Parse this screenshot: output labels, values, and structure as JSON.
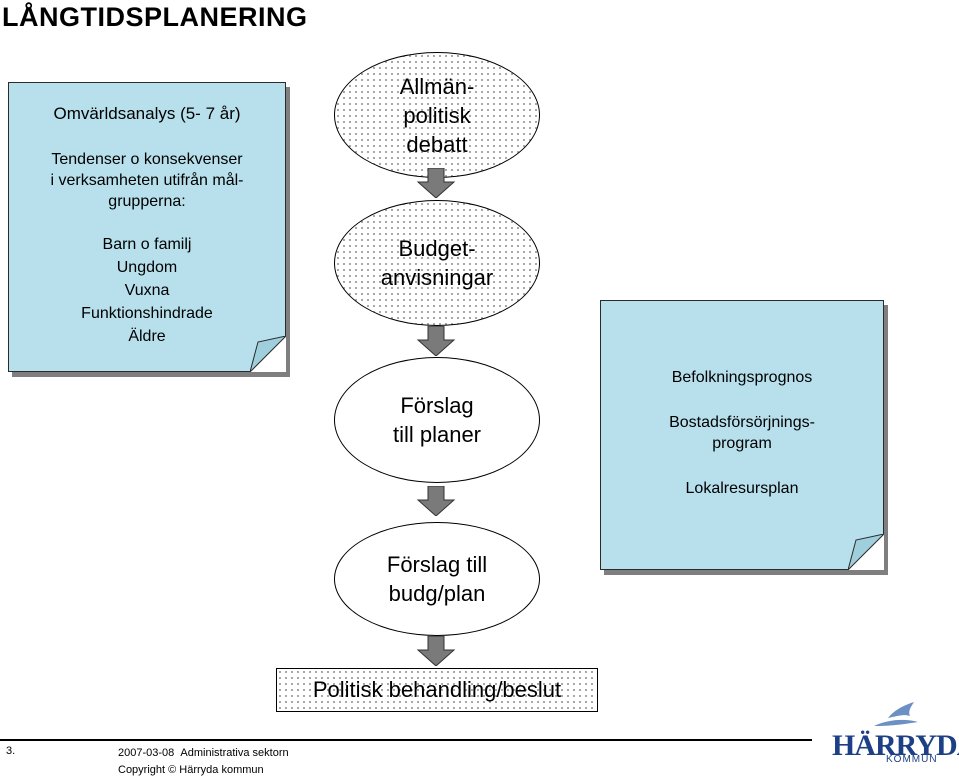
{
  "title": "LÅNGTIDSPLANERING",
  "left_note": {
    "heading": "Omvärldsanalys (5- 7 år)",
    "subheading_lines": [
      "Tendenser o konsekvenser",
      "i verksamheten utifrån mål-",
      "grupperna:"
    ],
    "groups": [
      "Barn o familj",
      "Ungdom",
      "Vuxna",
      "Funktionshindrade",
      "Äldre"
    ]
  },
  "flow": {
    "step1_lines": [
      "Allmän-",
      "politisk",
      "debatt"
    ],
    "step2_lines": [
      "Budget-",
      "anvisningar"
    ],
    "step3_lines": [
      "Förslag",
      "till planer"
    ],
    "step4_lines": [
      "Förslag till",
      "budg/plan"
    ],
    "final": "Politisk behandling/beslut"
  },
  "right_note": {
    "items": [
      "Befolkningsprognos",
      "Bostadsförsörjnings-",
      "program",
      "Lokalresursplan"
    ]
  },
  "footer": {
    "slide_number": "3.",
    "date": "2007-03-08",
    "department": "Administrativa sektorn",
    "copyright": "Copyright © Härryda kommun"
  },
  "logo": {
    "name": "HÄRRYDA",
    "sub": "KOMMUN"
  },
  "colors": {
    "note_fill": "#b7e0ec",
    "arrow_fill": "#7a7a7a",
    "logo_blue": "#1d3f86"
  }
}
